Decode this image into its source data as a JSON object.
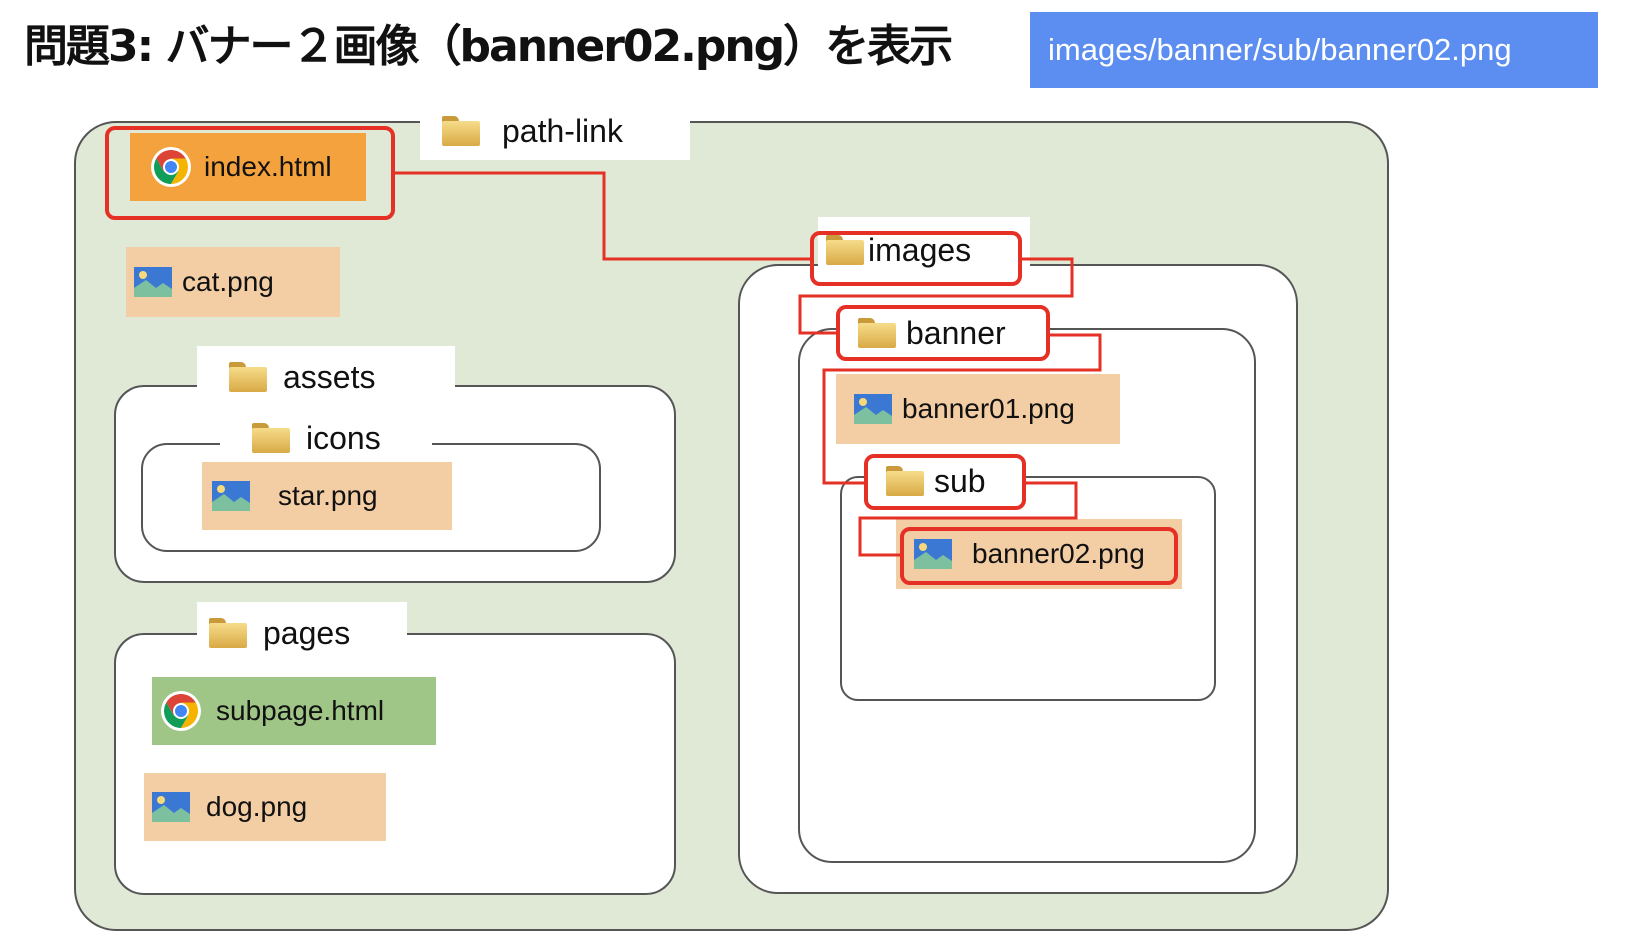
{
  "title": "問題3: バナー２画像（banner02.png）を表示",
  "path_badge": "images/banner/sub/banner02.png",
  "colors": {
    "badge": "#5b8ef0",
    "root_background": "#dfe9d6",
    "png_file": "#f3cda4",
    "index_file": "#f4a23d",
    "subpage_file": "#9fc587",
    "highlight": "#e53025"
  },
  "tree": {
    "root": {
      "name": "path-link",
      "icon": "folder-icon"
    },
    "index_file": {
      "name": "index.html",
      "icon": "chrome-icon"
    },
    "cat_file": {
      "name": "cat.png",
      "icon": "image-icon"
    },
    "assets": {
      "name": "assets",
      "icon": "folder-icon"
    },
    "icons": {
      "name": "icons",
      "icon": "folder-icon"
    },
    "star_file": {
      "name": "star.png",
      "icon": "image-icon"
    },
    "pages": {
      "name": "pages",
      "icon": "folder-icon"
    },
    "subpage_file": {
      "name": "subpage.html",
      "icon": "chrome-icon"
    },
    "dog_file": {
      "name": "dog.png",
      "icon": "image-icon"
    },
    "images": {
      "name": "images",
      "icon": "folder-icon"
    },
    "banner": {
      "name": "banner",
      "icon": "folder-icon"
    },
    "banner01_file": {
      "name": "banner01.png",
      "icon": "image-icon"
    },
    "sub": {
      "name": "sub",
      "icon": "folder-icon"
    },
    "banner02_file": {
      "name": "banner02.png",
      "icon": "image-icon"
    }
  }
}
